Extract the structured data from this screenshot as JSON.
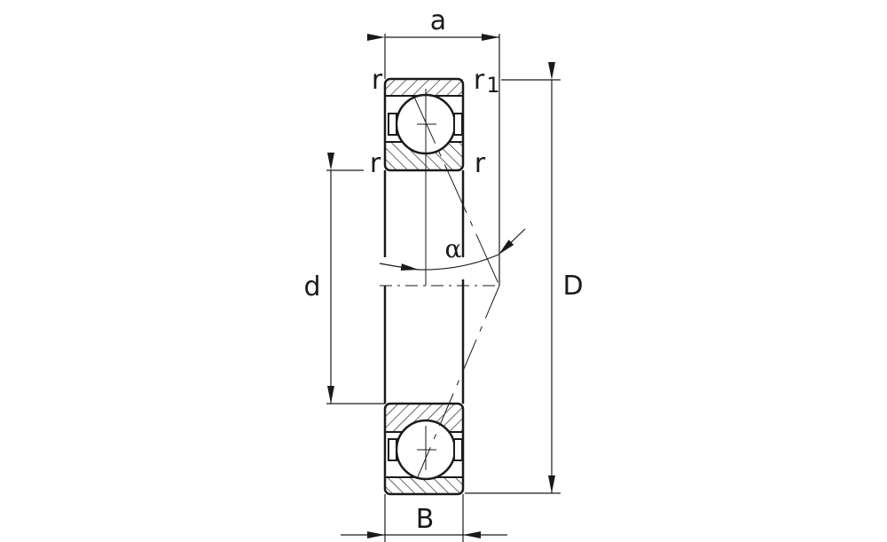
{
  "labels": {
    "a": "a",
    "r_top_left": "r",
    "r1": "r",
    "r1_sub": "1",
    "r_mid_left": "r",
    "r_mid_right": "r",
    "alpha": "α",
    "d": "d",
    "D": "D",
    "B": "B"
  },
  "colors": {
    "line": "#1a1a1a",
    "background": "#ffffff"
  }
}
